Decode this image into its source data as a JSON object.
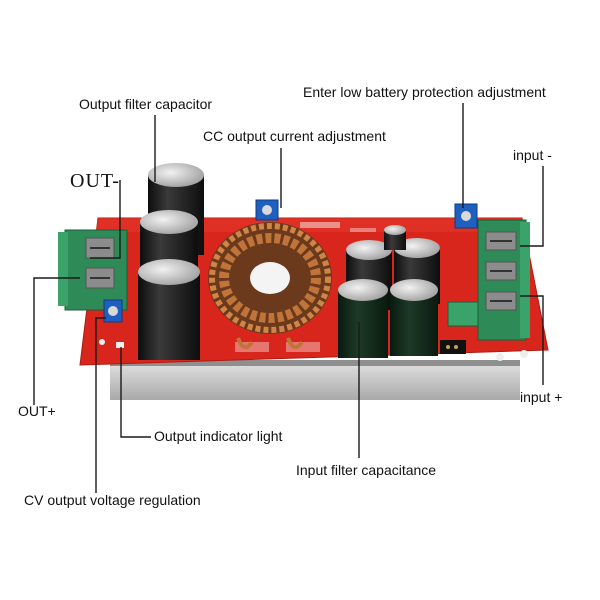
{
  "labels": {
    "output_filter_capacitor": "Output filter capacitor",
    "low_battery_protection": "Enter low battery protection adjustment",
    "cc_output_current": "CC output current adjustment",
    "input_minus": "input -",
    "out_minus": "OUT-",
    "out_plus": "OUT+",
    "input_plus": "input +",
    "output_indicator_light": "Output indicator light",
    "input_filter_capacitance": "Input filter capacitance",
    "cv_output_voltage": "CV output voltage regulation"
  },
  "colors": {
    "pcb": "#d9261c",
    "heatsink": "#c9c9c9",
    "terminal": "#2e8b57",
    "capacitor": "#1a1a1a",
    "copper": "#c0743a",
    "potentiometer": "#1f5fbf"
  }
}
